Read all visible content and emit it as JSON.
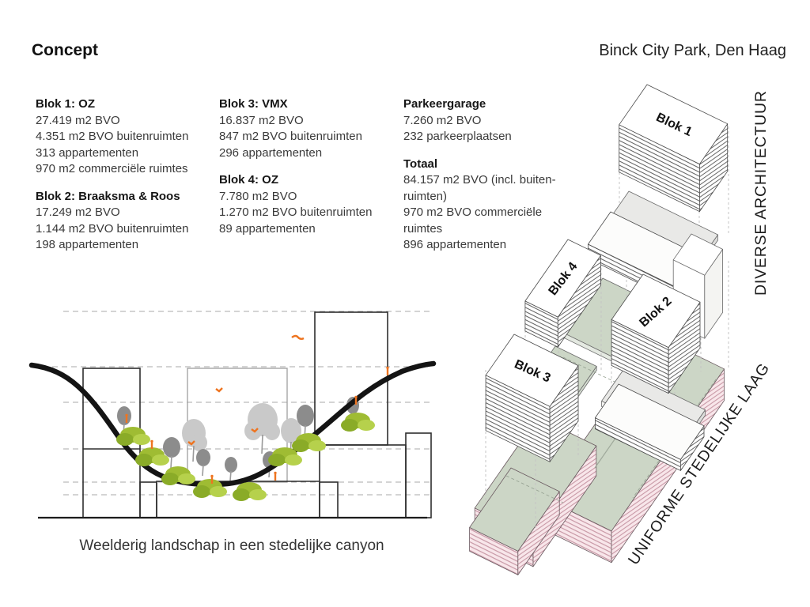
{
  "header": {
    "title": "Concept",
    "project": "Binck City Park, Den Haag"
  },
  "stats": {
    "columns": [
      {
        "blocks": [
          {
            "title": "Blok 1: OZ",
            "lines": [
              "27.419 m2 BVO",
              "4.351 m2 BVO buitenruimten",
              "313 appartementen",
              "970 m2 commerciële ruimtes"
            ]
          },
          {
            "title": "Blok 2: Braaksma & Roos",
            "lines": [
              "17.249 m2 BVO",
              "1.144 m2 BVO buitenruimten",
              "198 appartementen"
            ]
          }
        ]
      },
      {
        "blocks": [
          {
            "title": "Blok 3: VMX",
            "lines": [
              "16.837 m2 BVO",
              "847 m2 BVO buitenruimten",
              "296 appartementen"
            ]
          },
          {
            "title": "Blok 4: OZ",
            "lines": [
              "7.780 m2 BVO",
              "1.270 m2 BVO buitenruimten",
              "89 appartementen"
            ]
          }
        ]
      },
      {
        "blocks": [
          {
            "title": "Parkeergarage",
            "lines": [
              "7.260 m2 BVO",
              "232 parkeerplaatsen"
            ]
          },
          {
            "title": "Totaal",
            "lines": [
              "84.157 m2 BVO (incl. buiten-",
              "ruimten)",
              "970 m2 BVO commerciële",
              "ruimtes",
              "896 appartementen"
            ]
          }
        ]
      }
    ]
  },
  "section": {
    "caption": "Weelderig landschap in een stedelijke canyon"
  },
  "axon": {
    "block_labels": [
      "Blok 1",
      "Blok 2",
      "Blok 3",
      "Blok 4"
    ],
    "label_top": "DIVERSE ARCHITECTUUR",
    "label_bottom": "UNIFORME STEDELIJKE LAAG"
  },
  "colors": {
    "roof_green": "#ccd6c6",
    "base_pink": "#f8e6ea",
    "base_pink_stripe": "#c99aa7",
    "hatch_gray": "#575757",
    "foliage_green": "#9fbc33",
    "foliage_green_dark": "#8aab28",
    "foliage_green_light": "#b6d14c",
    "accent_orange": "#ee7420",
    "tree_gray_light": "#c9c9c9",
    "tree_gray_dark": "#8c8c8c"
  }
}
